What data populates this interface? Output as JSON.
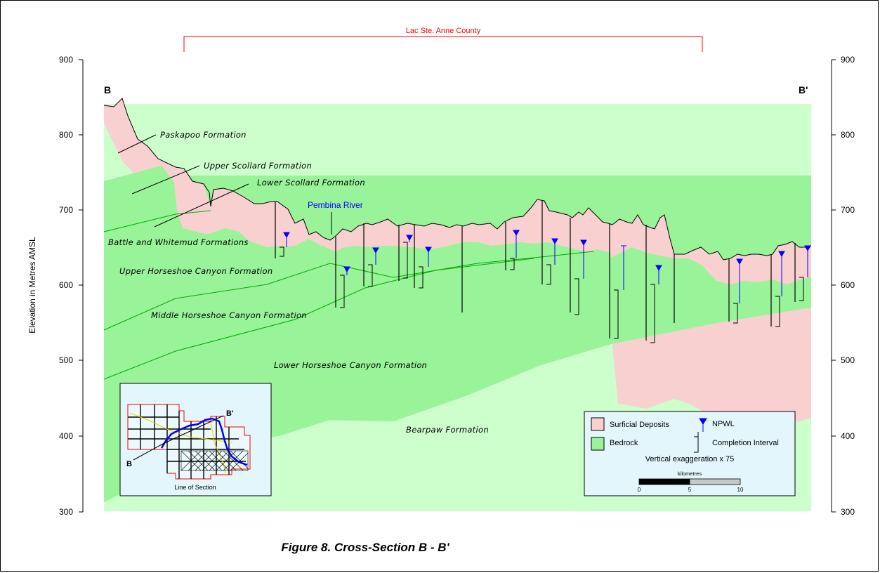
{
  "county_label": "Lac Ste. Anne County",
  "section_start": "B",
  "section_end": "B'",
  "y_axis": {
    "title": "Elevation in Metres AMSL",
    "ticks": [
      "900",
      "800",
      "700",
      "600",
      "500",
      "400",
      "300"
    ]
  },
  "formations": {
    "paskapoo": "Paskapoo Formation",
    "upper_scollard": "Upper Scollard Formation",
    "lower_scollard": "Lower Scollard Formation",
    "battle": "Battle and Whitemud Formations",
    "upper_horseshoe": "Upper Horseshoe Canyon Formation",
    "middle_horseshoe": "Middle Horseshoe Canyon Formation",
    "lower_horseshoe": "Lower Horseshoe Canyon Formation",
    "bearpaw": "Bearpaw Formation"
  },
  "river_label": "Pembina River",
  "inset": {
    "caption": "Line of Section",
    "start_label": "B",
    "end_label": "B'"
  },
  "legend": {
    "surficial": "Surficial Deposits",
    "bedrock": "Bedrock",
    "npwl": "NPWL",
    "completion": "Completion Interval",
    "exaggeration": "Vertical exaggeration x 75",
    "scale_title": "kilometres",
    "scale_ticks": [
      "0",
      "5",
      "10"
    ]
  },
  "caption": "Figure 8. Cross-Section B - B'",
  "colors": {
    "surficial": "#f9d0d0",
    "bedrock_green": "#99f399",
    "bedrock_light": "#ccffcc",
    "inset_bg": "#e2f6fb",
    "npwl_blue": "#0000ff",
    "county_red": "#ff0000"
  }
}
